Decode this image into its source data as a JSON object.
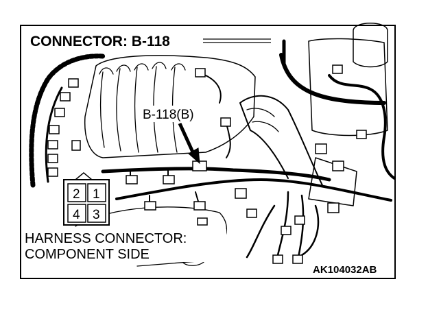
{
  "figure": {
    "title": "CONNECTOR: B-118",
    "callout": "B-118(B)",
    "pins": [
      "2",
      "1",
      "4",
      "3"
    ],
    "harness_line1": "HARNESS CONNECTOR:",
    "harness_line2": "COMPONENT SIDE",
    "figure_code": "AK104032AB"
  }
}
